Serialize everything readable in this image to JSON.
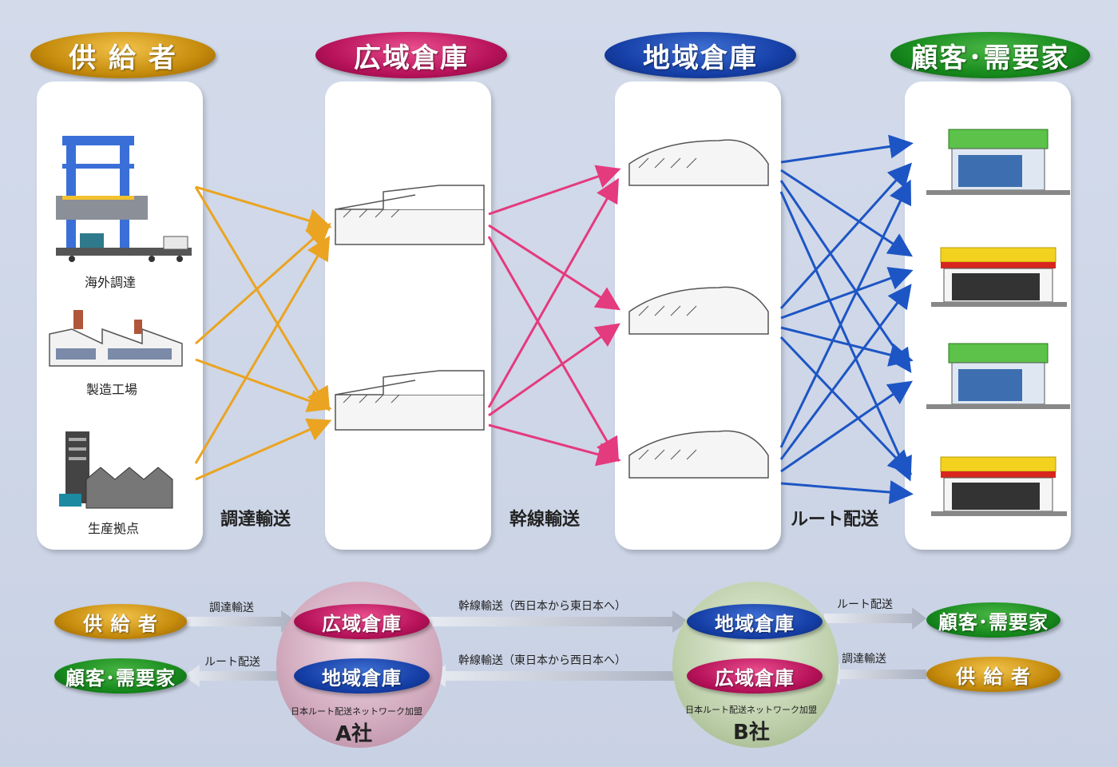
{
  "headers": {
    "supplier": "供 給 者",
    "wide_warehouse": "広域倉庫",
    "regional_warehouse": "地域倉庫",
    "customer": "顧客･需要家"
  },
  "labels": {
    "overseas": "海外調達",
    "factory": "製造工場",
    "production": "生産拠点"
  },
  "routes": {
    "procurement": "調達輸送",
    "trunk": "幹線輸送",
    "route": "ルート配送"
  },
  "bottom": {
    "supplier": "供 給 者",
    "customer": "顧客･需要家",
    "wide_warehouse": "広域倉庫",
    "regional_warehouse": "地域倉庫",
    "procurement": "調達輸送",
    "route": "ルート配送",
    "trunk_west_east": "幹線輸送（西日本から東日本へ）",
    "trunk_east_west": "幹線輸送（東日本から西日本へ）",
    "network": "日本ルート配送ネットワーク加盟",
    "company_a": "A社",
    "company_b": "B社"
  },
  "colors": {
    "supplier": "#c58b0c",
    "wide_warehouse": "#b8135b",
    "regional_warehouse": "#1640a8",
    "customer": "#178a1d",
    "procurement_arrow": "#eaa422",
    "trunk_arrow": "#e43a7e",
    "route_arrow": "#1d55c4"
  }
}
